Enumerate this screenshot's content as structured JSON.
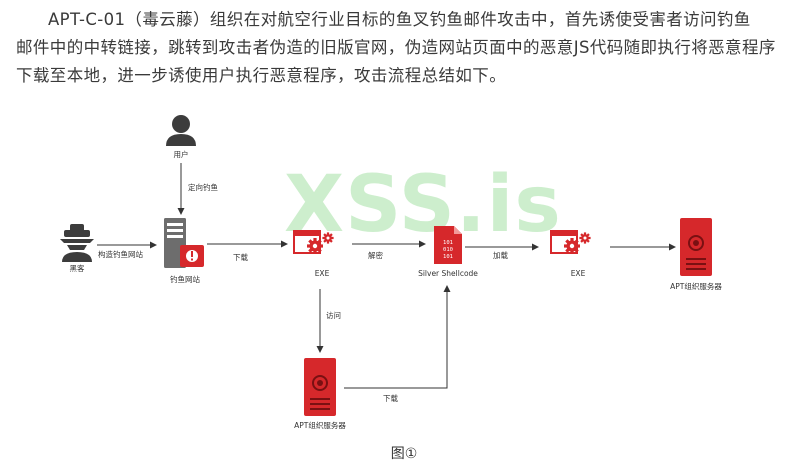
{
  "intro": {
    "lines": [
      "APT-C-01（毒云藤）组织在对航空行业目标的鱼叉钓鱼邮件攻击中，首先诱使受害者访问钓鱼",
      "邮件中的中转链接，跳转到攻击者伪造的旧版官网，伪造网站页面中的恶意JS代码随即执行将恶意程序",
      "下载至本地，进一步诱使用户执行恶意程序，攻击流程总结如下。"
    ]
  },
  "watermark": "XSS.is",
  "diagram": {
    "nodes": {
      "user": "用户",
      "hacker": "黑客",
      "phishing_site": "钓鱼网站",
      "exe1": "EXE",
      "shellcode": "Silver Shellcode",
      "shellcode_bits": [
        "101",
        "010",
        "101"
      ],
      "exe2": "EXE",
      "apt_server_right": "APT组织服务器",
      "apt_server_bottom": "APT组织服务器"
    },
    "edges": {
      "redirect": "定向钓鱼",
      "build": "构造钓鱼网站",
      "download1": "下载",
      "decrypt": "解密",
      "load": "加载",
      "visit": "访问",
      "download2": "下载"
    }
  },
  "caption": "图①",
  "colors": {
    "red": "#d6282b",
    "gray": "#6d6d6d",
    "dark": "#333333"
  }
}
